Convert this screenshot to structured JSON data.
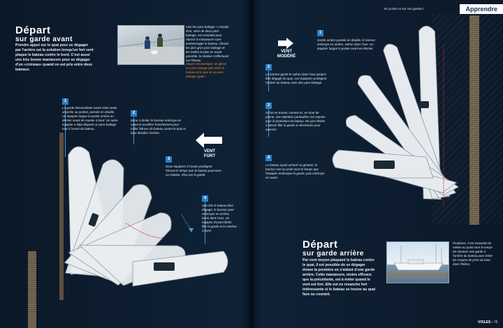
{
  "left": {
    "title_line1": "Départ",
    "title_line2": "sur garde avant",
    "intro": "Prendre appui sur le quai pour se dégager par l'arrière est la solution lorsqu'un fort vent plaque le bateau contre le bord. C'est aussi une très bonne manœuvre pour se dégager d'un «créneau» quand on est pris entre deux bateaux.",
    "photo_caption": "Vive les pare-battage ! L'emploi d'un, voire de deux pare-battage, est essentiel pour réussir la manœuvre sans endommager le bateau. Choisir les plus gros pare-battage et les mettre le plus en avant possible, la rotation s'effectuant sur l'étrave.",
    "photo_caption_orange": "Moyen économique: on glisse un pare-battage plat entre le bateau et le quai et un pare-battage rigide !",
    "steps": [
      {
        "n": "1",
        "text": "La garde descendante avant reste seule amarrée au ponton, passée en double. Un équipier largue la pointe arrière en dernier avant de monter à bord. Un autre équipier a déjà disposé un pare-battage tout à l'avant du bateau."
      },
      {
        "n": "2",
        "text": "Barre à droite, le barreur embraye en avant et accélère franchement pour coller l'étrave du bateau contre le quai et faire décoller l'arrière."
      },
      {
        "n": "3",
        "text": "Deux équipiers à l'avant protègent l'étrave le temps que le bateau poursuive sa rotation, rênu par la garde."
      },
      {
        "n": "4",
        "text": "Une fois le bateau bien dégagé, le barreur pour embrayer en arrière, barre dans l'axe. Un équipier d'avant lâche filer la garde et la ramène à bord."
      }
    ],
    "wind_label_1": "VENT",
    "wind_label_2": "FORT"
  },
  "right": {
    "header_small": "En pointe et sur vos gardes !",
    "header_tab": "Apprendre",
    "wind_label_1": "VENT",
    "wind_label_2": "MODÉRÉ",
    "steps": [
      {
        "n": "1",
        "text": "Garde arrière passée en double, le barreur embraye en arrière, safran dans l'axe. Un équipier largue la pointe avant en dernier."
      },
      {
        "n": "2",
        "text": "Le barreur garde le safran dans l'axe jusqu'à être dégagé du quai. Les équipiers protègent l'arrière du bateau avec des pare-battage."
      },
      {
        "n": "3",
        "text": "Si l'on se trouve, comme ici, en bout de panne, une attention particulière est requise pour la protection du bateau. Ne pas hésiter à laisser filer la garde si nécessaire pour avancer."
      },
      {
        "n": "4",
        "text": "Le bateau ayant achevé sa giration, le barreur met au point mort le temps que l'équipier embarque la garde, puis embraye en avant."
      }
    ],
    "title_line1": "Départ",
    "title_line2": "sur garde arrière",
    "body": "Par vent moyen plaquant le bateau contre le quai, il est possible de se dégager étrave la première en s'aidant d'une garde arrière. Cette manœuvre, moins efficace que la précédente, est à éviter quand le vent est fort. Elle est en revanche fort intéressante si le bateau se trouve au quai face au courant.",
    "photo_caption": "Prudence. Il est essentiel de mettre au point mort le temps de ramener une garde à l'arrière du bateau pour éviter les risques de prise du bout dans l'hélice.",
    "folio_brand": "VOILES",
    "folio_page": "• 75"
  }
}
